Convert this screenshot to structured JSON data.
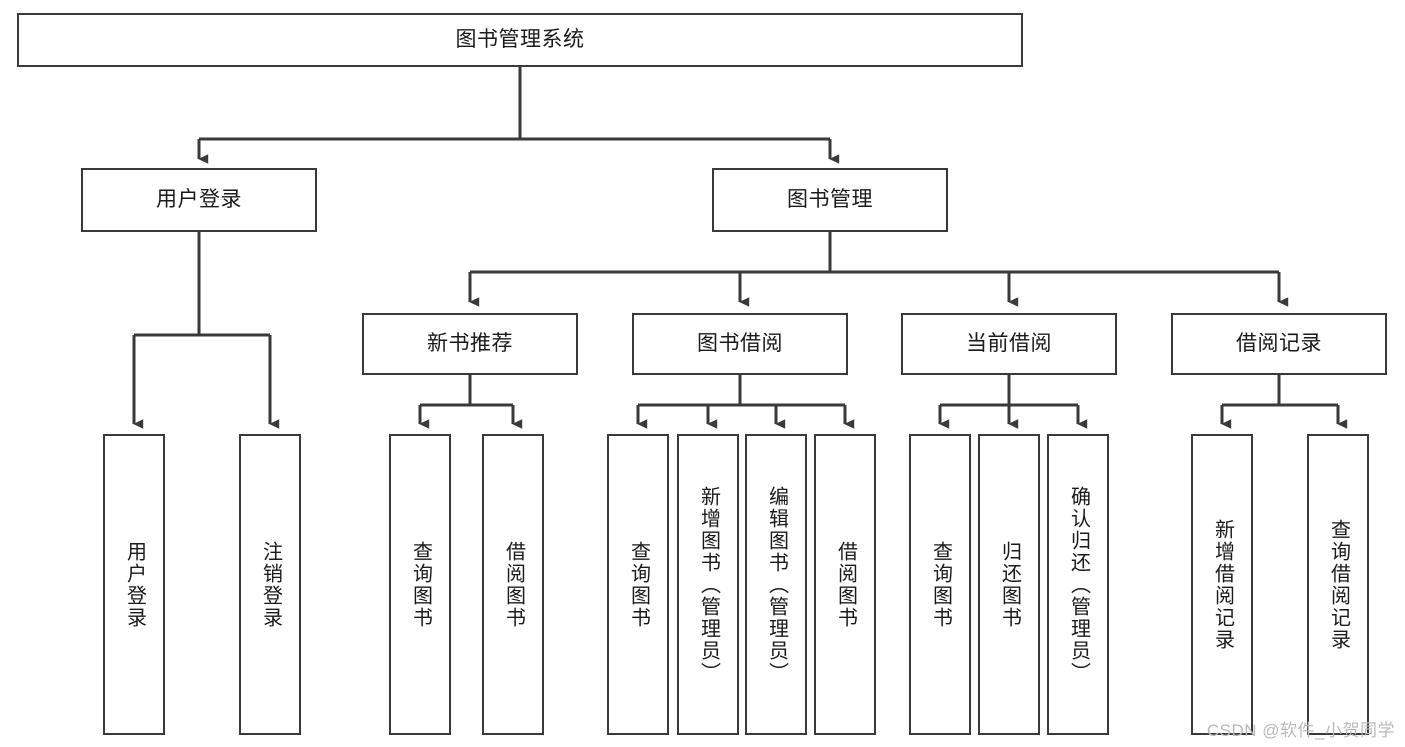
{
  "diagram": {
    "title": "图书管理系统",
    "type": "tree-hierarchy-diagram",
    "colors": {
      "box_border": "#3a3a3a",
      "box_fill": "#ffffff",
      "connector": "#3a3a3a",
      "text": "#1a1a1a",
      "watermark": "#b9b9b9",
      "background": "#ffffff"
    },
    "root": {
      "label": "图书管理系统"
    },
    "level2": [
      {
        "label": "用户登录"
      },
      {
        "label": "图书管理"
      }
    ],
    "level3": [
      {
        "label": "新书推荐"
      },
      {
        "label": "图书借阅"
      },
      {
        "label": "当前借阅"
      },
      {
        "label": "借阅记录"
      }
    ],
    "leaves_user_login": [
      {
        "label": "用户登录"
      },
      {
        "label": "注销登录"
      }
    ],
    "leaves_new_book": [
      {
        "label": "查询图书"
      },
      {
        "label": "借阅图书"
      }
    ],
    "leaves_borrow": [
      {
        "label": "查询图书"
      },
      {
        "label": "新增图书（管理员）"
      },
      {
        "label": "编辑图书（管理员）"
      },
      {
        "label": "借阅图书"
      }
    ],
    "leaves_current": [
      {
        "label": "查询图书"
      },
      {
        "label": "归还图书"
      },
      {
        "label": "确认归还（管理员）"
      }
    ],
    "leaves_record": [
      {
        "label": "新增借阅记录"
      },
      {
        "label": "查询借阅记录"
      }
    ],
    "watermark": "CSDN @软件_小贺同学"
  }
}
